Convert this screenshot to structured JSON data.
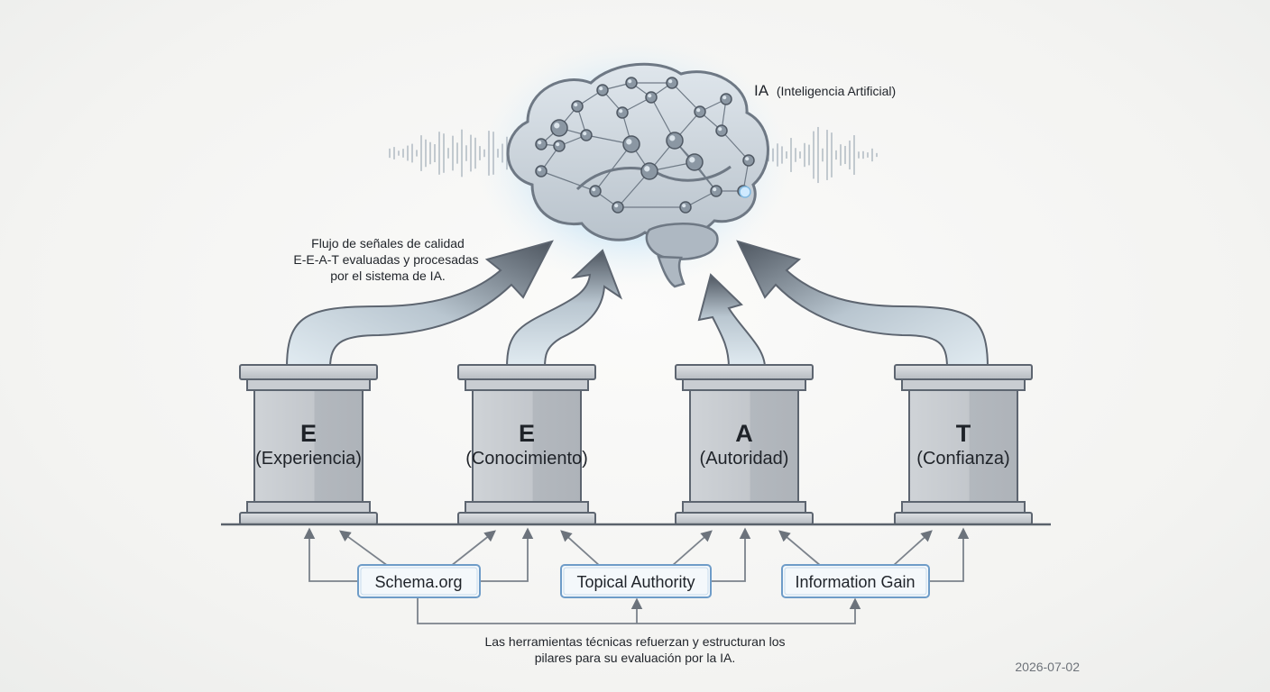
{
  "ai": {
    "label": "IA",
    "sublabel": "(Inteligencia Artificial)"
  },
  "flow_note": [
    "Flujo de señales de calidad",
    "E-E-A-T evaluadas y procesadas",
    "por el sistema de IA."
  ],
  "pillars": [
    {
      "letter": "E",
      "name": "(Experiencia)"
    },
    {
      "letter": "E",
      "name": "(Conocimiento)"
    },
    {
      "letter": "A",
      "name": "(Autoridad)"
    },
    {
      "letter": "T",
      "name": "(Confianza)"
    }
  ],
  "tools": [
    {
      "label": "Schema.org"
    },
    {
      "label": "Topical Authority"
    },
    {
      "label": "Information Gain"
    }
  ],
  "tools_note": [
    "Las herramientas técnicas refuerzan y estructuran los",
    "pilares para su evaluación por la IA."
  ],
  "date": "2026-07-02",
  "colors": {
    "pillar": "#c7cbd0",
    "arrow_dark": "#5a626c",
    "arrow_light": "#dde7ee",
    "brain_glow": "#a9d3f0",
    "tool_border": "#7fa8cf"
  },
  "icons": [
    "brain-network-icon",
    "sound-wave-icon"
  ]
}
